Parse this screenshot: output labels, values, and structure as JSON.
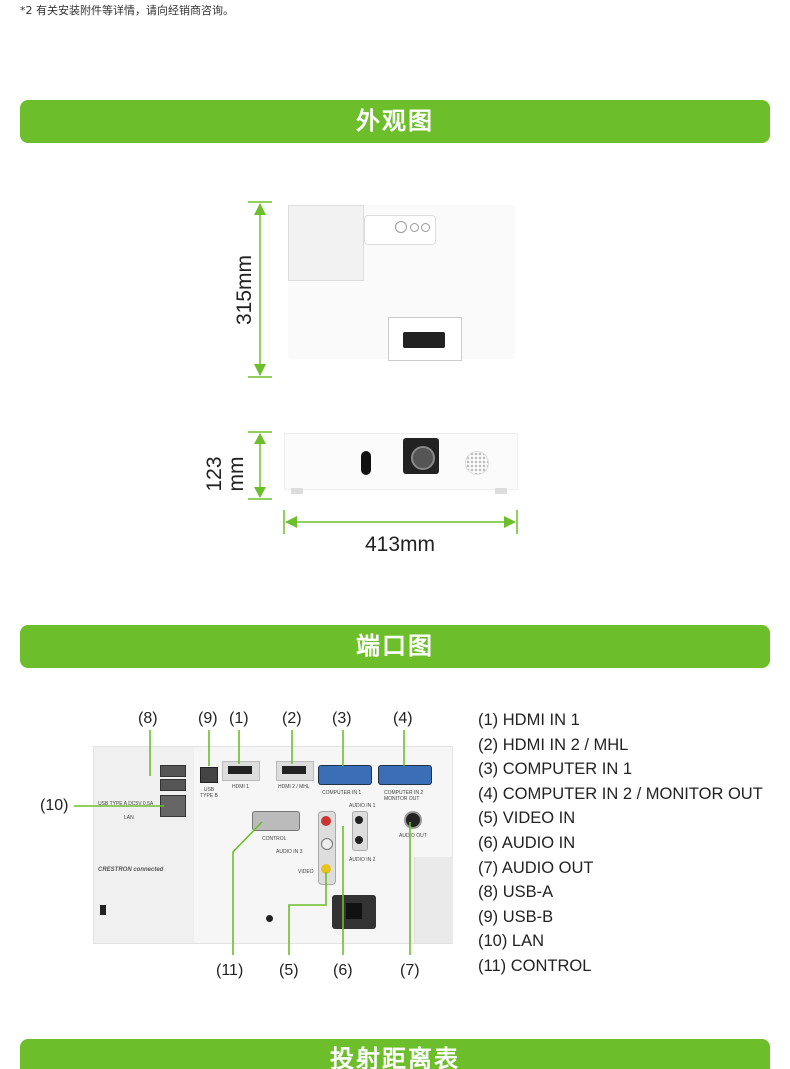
{
  "note": "*2 有关安装附件等详情，请向经销商咨询。",
  "sections": {
    "appearance": "外观图",
    "ports": "端口图",
    "throw": "投射距离表"
  },
  "dimensions": {
    "depth": "315mm",
    "height_num": "123",
    "height_unit": "mm",
    "width": "413mm"
  },
  "callouts_top": [
    "(8)",
    "(9)",
    "(1)",
    "(2)",
    "(3)",
    "(4)"
  ],
  "callout_left": "(10)",
  "callouts_bottom": [
    "(11)",
    "(5)",
    "(6)",
    "(7)"
  ],
  "panel_labels": {
    "usb_b": "USB TYPE B",
    "hdmi1": "HDMI 1",
    "hdmi2": "HDMI 2 / MHL",
    "comp1": "COMPUTER IN 1",
    "comp2": "COMPUTER IN 2 MONITOR OUT",
    "control": "CONTROL",
    "audio1": "AUDIO IN 1",
    "audio2": "AUDIO IN 2",
    "audio3": "AUDIO IN 3",
    "video": "VIDEO",
    "audio_out": "AUDIO OUT",
    "lan": "LAN",
    "usb_a": "USB TYPE A DC5V 0.5A",
    "crestron": "CRESTRON connected"
  },
  "legend": [
    "(1) HDMI IN 1",
    "(2) HDMI IN 2 / MHL",
    "(3) COMPUTER IN 1",
    "(4) COMPUTER IN 2 / MONITOR OUT",
    "(5) VIDEO IN",
    "(6) AUDIO IN",
    "(7) AUDIO OUT",
    "(8) USB-A",
    "(9) USB-B",
    "(10) LAN",
    "(11) CONTROL"
  ],
  "colors": {
    "accent": "#6cbf2b"
  }
}
